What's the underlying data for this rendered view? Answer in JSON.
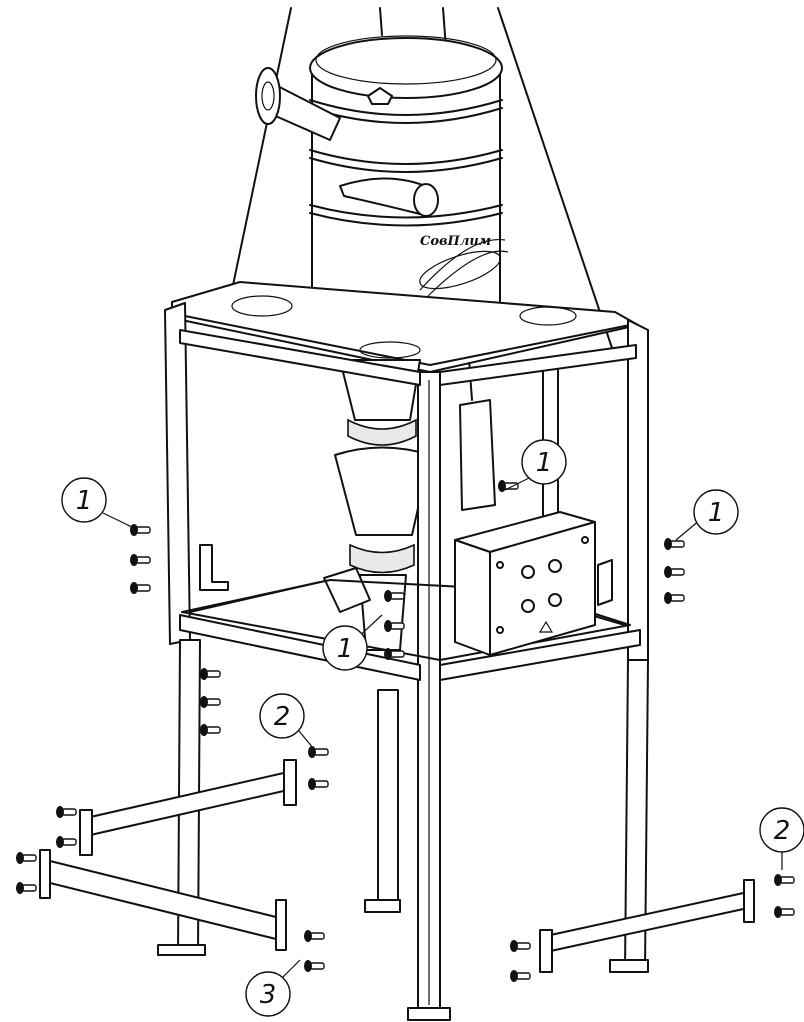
{
  "drawing": {
    "brand_label": "СовПлим",
    "callouts": [
      {
        "id": "c1a",
        "label": "1"
      },
      {
        "id": "c1b",
        "label": "1"
      },
      {
        "id": "c1c",
        "label": "1"
      },
      {
        "id": "c1d",
        "label": "1"
      },
      {
        "id": "c2a",
        "label": "2"
      },
      {
        "id": "c2b",
        "label": "2"
      },
      {
        "id": "c3a",
        "label": "3"
      }
    ]
  }
}
